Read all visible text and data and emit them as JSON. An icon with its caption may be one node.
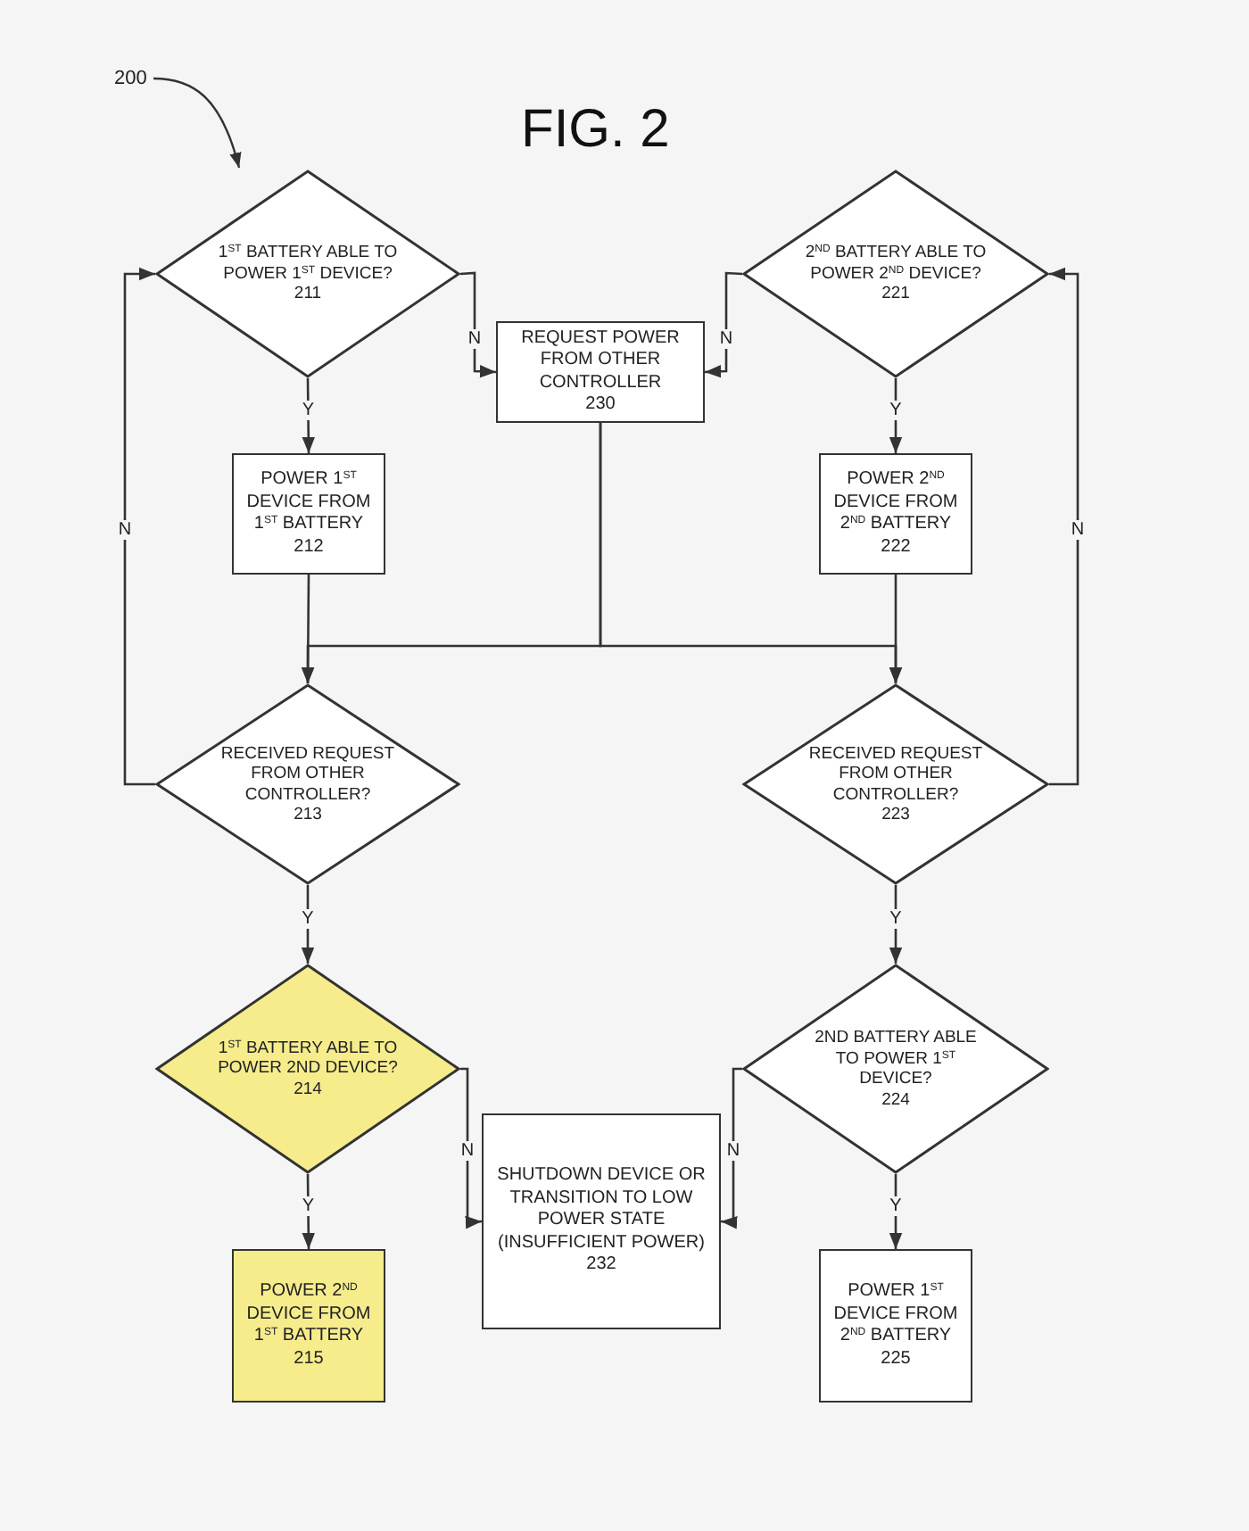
{
  "diagram": {
    "title": "FIG. 2",
    "nodes": [
      {
        "text": [
          "1$^{ST}$ BATTERY ABLE TO POWER 1$^{ST}$ DEVICE?",
          "211"
        ]
      },
      {
        "text": [
          "2$^{ND}$ BATTERY ABLE TO POWER 2$^{ND}$ DEVICE?",
          "221"
        ]
      },
      {
        "text": [
          "REQUEST POWER FROM OTHER CONTROLLER",
          "230"
        ]
      },
      {
        "text": [
          "POWER 1$^{ST}$ DEVICE FROM 1$^{ST}$ BATTERY",
          "212"
        ]
      },
      {
        "text": [
          "POWER 2$^{ND}$ DEVICE FROM 2$^{ND}$ BATTERY",
          "222"
        ]
      },
      {
        "text": [
          "RECEIVED REQUEST FROM OTHER CONTROLLER?",
          "213"
        ]
      },
      {
        "text": [
          "RECEIVED REQUEST FROM OTHER CONTROLLER?",
          "223"
        ]
      },
      {
        "text": [
          "1$^{ST}$ BATTERY ABLE TO POWER 2ND DEVICE?",
          "214"
        ]
      },
      {
        "text": [
          "2ND BATTERY ABLE TO POWER 1$^{ST}$ DEVICE?",
          "224"
        ]
      },
      {
        "text": [
          "SHUTDOWN DEVICE OR TRANSITION TO LOW POWER STATE (INSUFFICIENT POWER)",
          "232"
        ]
      },
      {
        "text": [
          "POWER 2$^{ND}$ DEVICE FROM 1$^{ST}$ BATTERY",
          "215"
        ]
      },
      {
        "text": [
          "POWER 1$^{ST}$ DEVICE FROM 2$^{ND}$ BATTERY",
          "225"
        ]
      }
    ],
    "edges": [
      {
        "from": 0,
        "to": 3,
        "arrow": "to",
        "label": "Y"
      },
      {
        "from": 0,
        "to": 2,
        "arrow": "to",
        "label": "N"
      },
      {
        "from": 1,
        "to": 4,
        "arrow": "to",
        "label": "Y"
      },
      {
        "from": 1,
        "to": 2,
        "arrow": "to",
        "label": "N"
      },
      {
        "from": 3,
        "to": 5,
        "arrow": "to"
      },
      {
        "from": 2,
        "to": 5,
        "arrow": "to"
      },
      {
        "from": 2,
        "to": 6,
        "arrow": "to"
      },
      {
        "from": 4,
        "to": 6,
        "arrow": "to"
      },
      {
        "from": 5,
        "to": 0,
        "arrow": "to",
        "label": "N"
      },
      {
        "from": 6,
        "to": 1,
        "arrow": "to",
        "label": "N"
      },
      {
        "from": 5,
        "to": 7,
        "arrow": "to",
        "label": "Y"
      },
      {
        "from": 6,
        "to": 8,
        "arrow": "to",
        "label": "Y"
      },
      {
        "from": 7,
        "to": 10,
        "arrow": "to",
        "label": "Y"
      },
      {
        "from": 7,
        "to": 9,
        "arrow": "to",
        "label": "N"
      },
      {
        "from": 8,
        "to": 11,
        "arrow": "to",
        "label": "Y"
      },
      {
        "from": 8,
        "to": 9,
        "arrow": "to",
        "label": "N"
      }
    ],
    "labels": [
      "200"
    ]
  }
}
